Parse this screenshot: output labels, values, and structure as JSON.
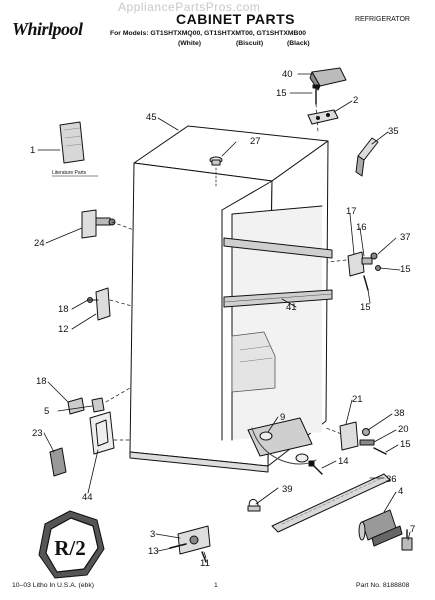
{
  "header": {
    "watermark": "AppliancePartsPros.com",
    "brand": "Whirlpool",
    "title": "CABINET PARTS",
    "category": "REFRIGERATOR",
    "models_line": "For Models: GT1SHTXMQ00, GT1SHTXMT00, GT1SHTXMB00",
    "color_names": [
      "(White)",
      "(Biscuit)",
      "(Black)"
    ]
  },
  "literature_label": "Literature Parts",
  "callouts": [
    "40",
    "15",
    "2",
    "45",
    "27",
    "35",
    "1",
    "24",
    "17",
    "16",
    "37",
    "15",
    "41",
    "15",
    "18",
    "12",
    "18",
    "5",
    "23",
    "44",
    "9",
    "21",
    "38",
    "20",
    "15",
    "14",
    "36",
    "39",
    "4",
    "7",
    "3",
    "13",
    "11"
  ],
  "footer": {
    "left": "10–03 Litho In U.S.A. (ebk)",
    "center": "1",
    "right": "Part No. 8188808"
  }
}
